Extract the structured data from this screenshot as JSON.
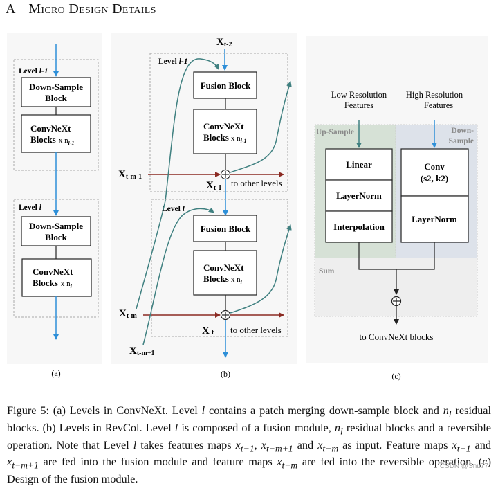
{
  "section": {
    "number": "A",
    "title": "Micro Design Details"
  },
  "panel_a": {
    "label": "(a)",
    "levels": [
      {
        "name": "Level ",
        "index": "l-1",
        "downsample": [
          "Down-Sample",
          "Block"
        ],
        "convnext": [
          "ConvNeXt",
          "Blocks"
        ],
        "times": "x n",
        "sub": "l-1"
      },
      {
        "name": "Level ",
        "index": "l",
        "downsample": [
          "Down-Sample",
          "Block"
        ],
        "convnext": [
          "ConvNeXt",
          "Blocks"
        ],
        "times": "x n",
        "sub": "l"
      }
    ]
  },
  "panel_b": {
    "label": "(b)",
    "top_input": {
      "base": "X",
      "sub": "t-2"
    },
    "levels": [
      {
        "name": "Level ",
        "index": "l-1",
        "fusion": "Fusion Block",
        "convnext": [
          "ConvNeXt",
          "Blocks"
        ],
        "times": "x n",
        "sub": "l-1",
        "side_input": {
          "base": "X",
          "sub": "t-m-1"
        },
        "output": {
          "base": "X",
          "sub": "t-1"
        },
        "to_other": "to other levels"
      },
      {
        "name": "Level ",
        "index": "l",
        "fusion": "Fusion Block",
        "convnext": [
          "ConvNeXt",
          "Blocks"
        ],
        "times": "x n",
        "sub": "l",
        "side_input": {
          "base": "X",
          "sub": "t-m"
        },
        "output": {
          "base": "X",
          "sub": "t"
        },
        "to_other": "to other levels"
      }
    ],
    "bottom_input": {
      "base": "X",
      "sub": "t-m+1"
    }
  },
  "panel_c": {
    "label": "(c)",
    "low_res": [
      "Low Resolution",
      "Features"
    ],
    "high_res": [
      "High Resolution",
      "Features"
    ],
    "upsample_label": "Up-Sample",
    "downsample_label": [
      "Down-",
      "Sample"
    ],
    "upsample_blocks": [
      "Linear",
      "LayerNorm",
      "Interpolation"
    ],
    "downsample_blocks": [
      [
        "Conv",
        "(s2, k2)"
      ],
      [
        "LayerNorm"
      ]
    ],
    "sum_label": "Sum",
    "output": "to ConvNeXt blocks"
  },
  "colors": {
    "blue_arrow": "#2e8fd8",
    "teal_arrow": "#3f8080",
    "red_arrow": "#8b2a22",
    "panel_bg": "#f7f7f7",
    "upsample_bg": "#d6e1d6",
    "downsample_bg": "#dde2ea",
    "sum_bg": "#eeeeee"
  },
  "caption": {
    "figure": "Figure 5:",
    "parts": [
      "(a) Levels in ConvNeXt.  Level ",
      " contains a patch merging down-sample block and ",
      " residual blocks. (b) Levels in RevCol. Level ",
      " is composed of a fusion module, ",
      " residual blocks and a reversible operation. Note that Level ",
      " takes features maps ",
      ", ",
      " and ",
      " as input. Feature maps ",
      " and ",
      " are fed into the fusion module and feature maps ",
      " are fed into the reversible operation. (c) Design of the fusion module."
    ],
    "math": {
      "l": "l",
      "n_l": "n",
      "n_sub": "l",
      "x": "x",
      "t_minus_1": "t−1",
      "t_minus_m_plus_1": "t−m+1",
      "t_minus_m": "t−m"
    }
  },
  "watermark": "CSDN @Snu77"
}
